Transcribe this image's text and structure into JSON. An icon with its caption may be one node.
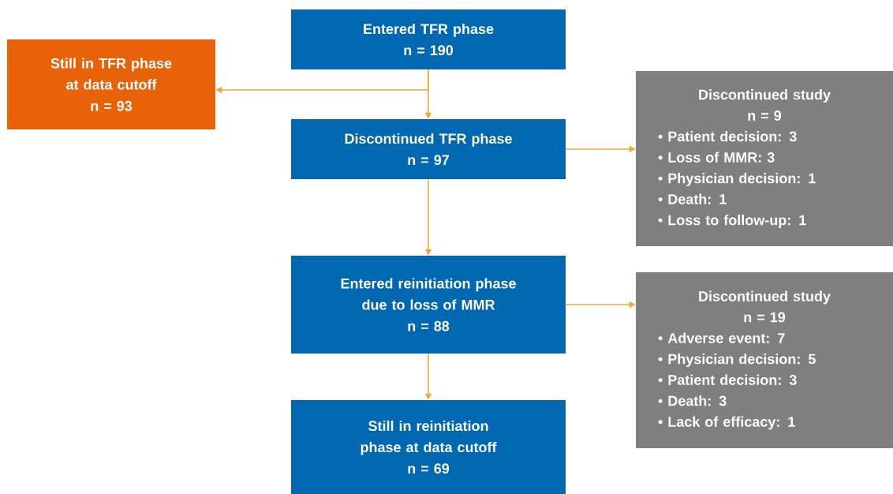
{
  "diagram": {
    "nodes": [
      {
        "text": [
          "Entered TFR phase",
          "n = 190"
        ]
      },
      {
        "text": [
          "Still in TFR phase at data cutoff",
          "n = 93"
        ]
      },
      {
        "text": [
          "Discontinued TFR phase",
          "n = 97"
        ]
      },
      {
        "text": [
          "Discontinued study",
          "n = 9",
          "• Patient decision: 3",
          "• Loss of MMR: 3",
          "• Physician decision: 1",
          "• Death: 1",
          "• Loss to follow-up: 1"
        ]
      },
      {
        "text": [
          "Entered reinitiation phase due to loss of MMR",
          "n = 88"
        ]
      },
      {
        "text": [
          "Discontinued study",
          "n = 19",
          "• Adverse event: 7",
          "• Physician decision: 5",
          "• Patient decision: 3",
          "• Death: 3",
          "• Lack of efficacy: 1"
        ]
      },
      {
        "text": [
          "Still in reinitiation phase at data cutoff",
          "n = 69"
        ]
      }
    ],
    "edges": [
      {
        "from": 0,
        "to": 1,
        "arrow": "to"
      },
      {
        "from": 0,
        "to": 2,
        "arrow": "to"
      },
      {
        "from": 2,
        "to": 3,
        "arrow": "to"
      },
      {
        "from": 2,
        "to": 4,
        "arrow": "to"
      },
      {
        "from": 4,
        "to": 5,
        "arrow": "to"
      },
      {
        "from": 4,
        "to": 6,
        "arrow": "to"
      }
    ]
  }
}
